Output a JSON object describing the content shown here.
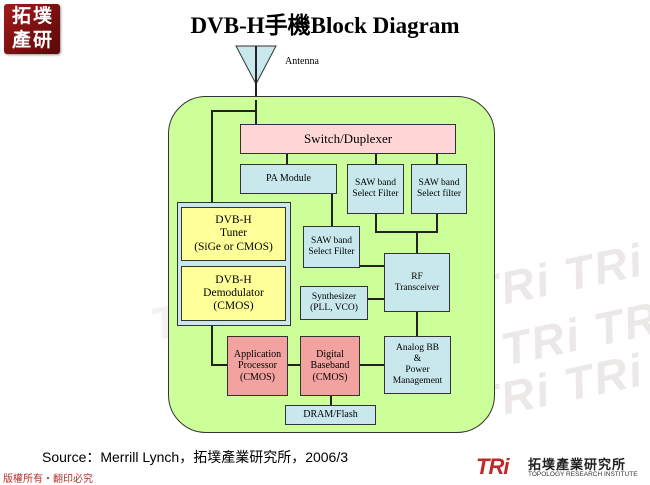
{
  "header": {
    "logo_line1": "拓",
    "logo_line2": "產",
    "logo_line3": "墣",
    "logo_line4": "研",
    "title": "DVB-H手機Block Diagram"
  },
  "diagram": {
    "antenna_label": "Antenna",
    "switch": "Switch/Duplexer",
    "pa_module": "PA Module",
    "saw1_l1": "SAW band",
    "saw1_l2": "Select Filter",
    "saw2_l1": "SAW band",
    "saw2_l2": "Select filter",
    "saw3_l1": "SAW band",
    "saw3_l2": "Select Filter",
    "tuner_l1": "DVB-H",
    "tuner_l2": "Tuner",
    "tuner_l3": "(SiGe or CMOS)",
    "demod_l1": "DVB-H",
    "demod_l2": "Demodulator",
    "demod_l3": "(CMOS)",
    "rf_l1": "RF",
    "rf_l2": "Transceiver",
    "synth_l1": "Synthesizer",
    "synth_l2": "(PLL, VCO)",
    "app_l1": "Application",
    "app_l2": "Processor",
    "app_l3": "(CMOS)",
    "dbb_l1": "Digital",
    "dbb_l2": "Baseband",
    "dbb_l3": "(CMOS)",
    "abb_l1": "Analog BB",
    "abb_l2": "&",
    "abb_l3": "Power",
    "abb_l4": "Management",
    "dram": "DRAM/Flash"
  },
  "footer": {
    "source": "Source：Merrill Lynch，拓墣產業研究所，2006/3",
    "copyright": "版權所有・翻印必究",
    "logo_mark": "TRi",
    "logo_cn": "拓墣產業研究所",
    "logo_en": "TOPOLOGY RESEARCH INSTITUTE"
  },
  "colors": {
    "board": "#ccff99",
    "cyan_block": "#c8e8ee",
    "pink_block": "#ffd6d6",
    "salmon_block": "#f2a3a0",
    "yellow_block": "#ffff99",
    "brand_red": "#c0282a"
  }
}
